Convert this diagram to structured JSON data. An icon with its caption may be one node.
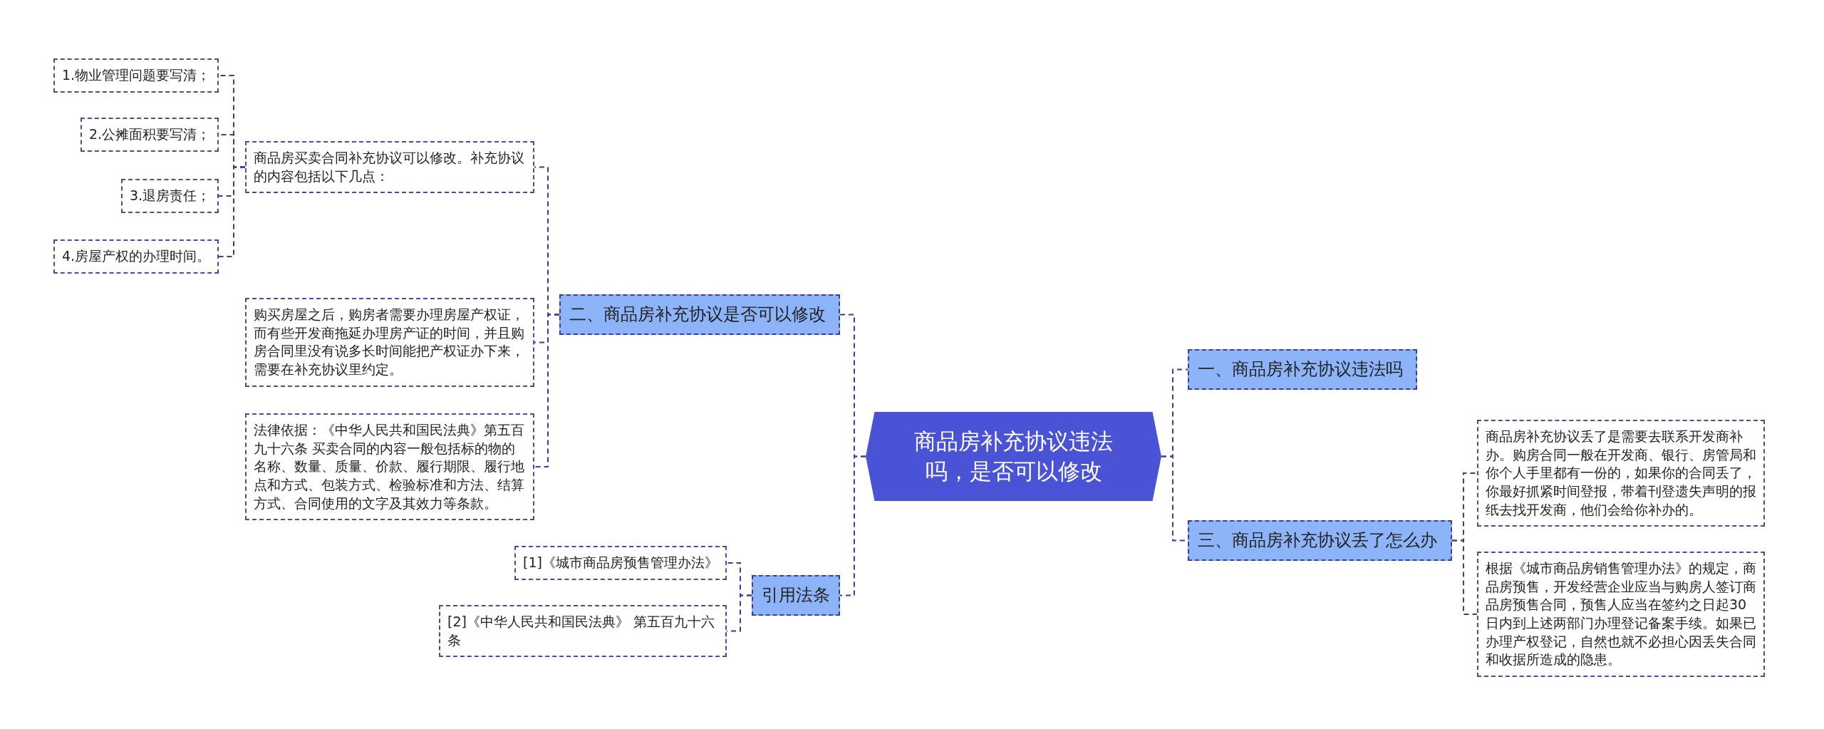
{
  "diagram": {
    "nodes": [
      {
        "text": [
          "商品房补充协议违法吗，是否可以修改"
        ]
      },
      {
        "text": [
          "一、商品房补充协议违法吗"
        ]
      },
      {
        "text": [
          "三、商品房补充协议丢了怎么办"
        ]
      },
      {
        "text": [
          "商品房补充协议丢了是需要去联系开发商补办。购房合同一般在开发商、银行、房管局和你个人手里都有一份的，如果你的合同丢了，你最好抓紧时间登报，带着刊登遗失声明的报纸去找开发商，他们会给你补办的。"
        ]
      },
      {
        "text": [
          "根据《城市商品房销售管理办法》的规定，商品房预售，开发经营企业应当与购房人签订商品房预售合同，预售人应当在签约之日起30日内到上述两部门办理登记备案手续。如果已办理产权登记，自然也就不必担心因丢失合同和收据所造成的隐患。"
        ]
      },
      {
        "text": [
          "二、商品房补充协议是否可以修改"
        ]
      },
      {
        "text": [
          "商品房买卖合同补充协议可以修改。补充协议的内容包括以下几点："
        ]
      },
      {
        "text": [
          "1.物业管理问题要写清；"
        ]
      },
      {
        "text": [
          "2.公摊面积要写清；"
        ]
      },
      {
        "text": [
          "3.退房责任；"
        ]
      },
      {
        "text": [
          "4.房屋产权的办理时间。"
        ]
      },
      {
        "text": [
          "购买房屋之后，购房者需要办理房屋产权证，而有些开发商拖延办理房产证的时间，并且购房合同里没有说多长时间能把产权证办下来，需要在补充协议里约定。"
        ]
      },
      {
        "text": [
          "法律依据：《中华人民共和国民法典》第五百九十六条 买卖合同的内容一般包括标的物的名称、数量、质量、价款、履行期限、履行地点和方式、包装方式、检验标准和方法、结算方式、合同使用的文字及其效力等条款。"
        ]
      },
      {
        "text": [
          "引用法条"
        ]
      },
      {
        "text": [
          "[1]《城市商品房预售管理办法》"
        ]
      },
      {
        "text": [
          "[2]《中华人民共和国民法典》 第五百九十六条"
        ]
      }
    ],
    "edges": [
      {
        "from": 0,
        "to": 1,
        "arrow": "none",
        "style": "dashed"
      },
      {
        "from": 0,
        "to": 2,
        "arrow": "none",
        "style": "dashed"
      },
      {
        "from": 2,
        "to": 3,
        "arrow": "none",
        "style": "dashed"
      },
      {
        "from": 2,
        "to": 4,
        "arrow": "none",
        "style": "dashed"
      },
      {
        "from": 0,
        "to": 5,
        "arrow": "none",
        "style": "dashed"
      },
      {
        "from": 5,
        "to": 6,
        "arrow": "none",
        "style": "dashed"
      },
      {
        "from": 6,
        "to": 7,
        "arrow": "none",
        "style": "dashed"
      },
      {
        "from": 6,
        "to": 8,
        "arrow": "none",
        "style": "dashed"
      },
      {
        "from": 6,
        "to": 9,
        "arrow": "none",
        "style": "dashed"
      },
      {
        "from": 6,
        "to": 10,
        "arrow": "none",
        "style": "dashed"
      },
      {
        "from": 5,
        "to": 11,
        "arrow": "none",
        "style": "dashed"
      },
      {
        "from": 5,
        "to": 12,
        "arrow": "none",
        "style": "dashed"
      },
      {
        "from": 0,
        "to": 13,
        "arrow": "none",
        "style": "dashed"
      },
      {
        "from": 13,
        "to": 14,
        "arrow": "none",
        "style": "dashed"
      },
      {
        "from": 13,
        "to": 15,
        "arrow": "none",
        "style": "dashed"
      }
    ]
  }
}
